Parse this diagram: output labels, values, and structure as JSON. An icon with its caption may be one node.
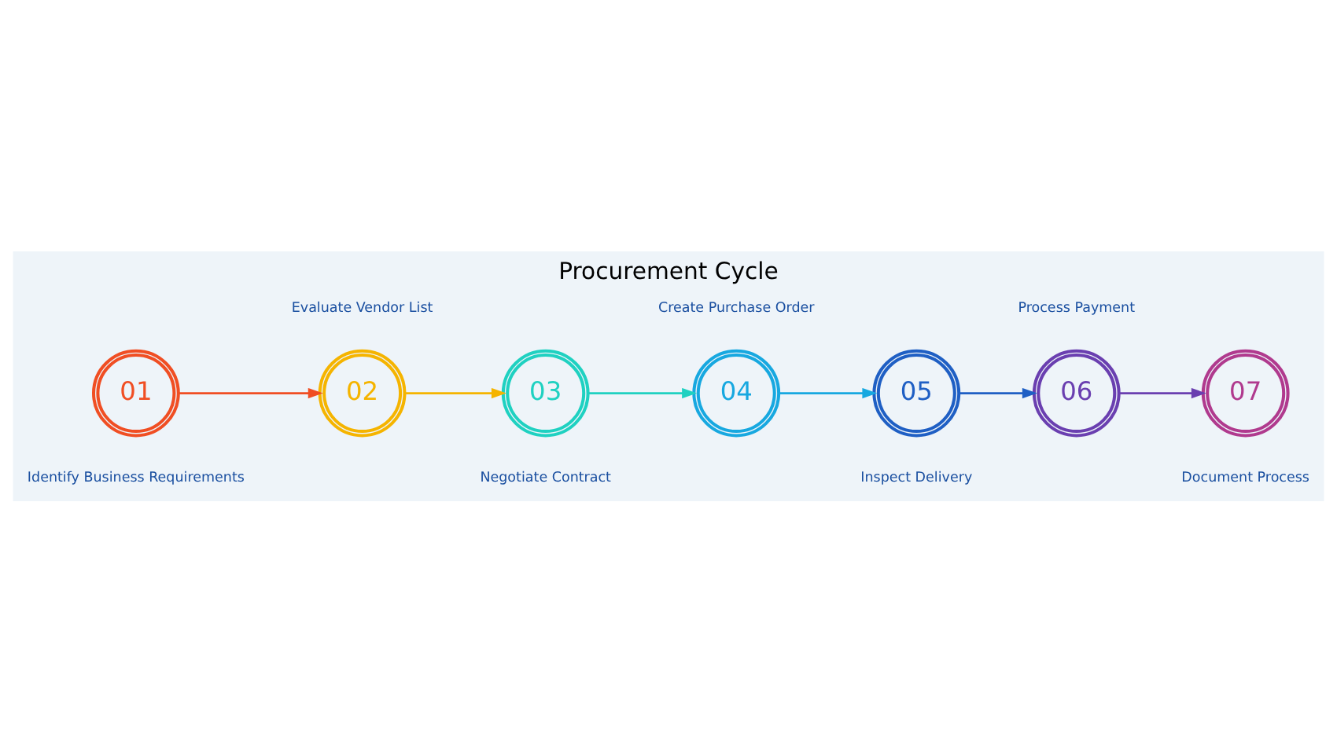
{
  "diagram": {
    "title": "Procurement Cycle",
    "nodes": [
      {
        "text": [
          "01"
        ],
        "beside": [
          "Identify Business Requirements"
        ]
      },
      {
        "text": [
          "02"
        ],
        "beside": [
          "Evaluate Vendor List"
        ]
      },
      {
        "text": [
          "03"
        ],
        "beside": [
          "Negotiate Contract"
        ]
      },
      {
        "text": [
          "04"
        ],
        "beside": [
          "Create Purchase Order"
        ]
      },
      {
        "text": [
          "05"
        ],
        "beside": [
          "Inspect Delivery"
        ]
      },
      {
        "text": [
          "06"
        ],
        "beside": [
          "Process Payment"
        ]
      },
      {
        "text": [
          "07"
        ],
        "beside": [
          "Document Process"
        ]
      }
    ],
    "edges": [
      {
        "from": 0,
        "to": 1,
        "arrow": "to",
        "color": "#f04e23"
      },
      {
        "from": 1,
        "to": 2,
        "arrow": "to",
        "color": "#f5b400"
      },
      {
        "from": 2,
        "to": 3,
        "arrow": "to",
        "color": "#1fd1c1"
      },
      {
        "from": 3,
        "to": 4,
        "arrow": "to",
        "color": "#17a8e0"
      },
      {
        "from": 4,
        "to": 5,
        "arrow": "to",
        "color": "#1f5fc4"
      },
      {
        "from": 5,
        "to": 6,
        "arrow": "to",
        "color": "#6a3fb0"
      }
    ]
  }
}
